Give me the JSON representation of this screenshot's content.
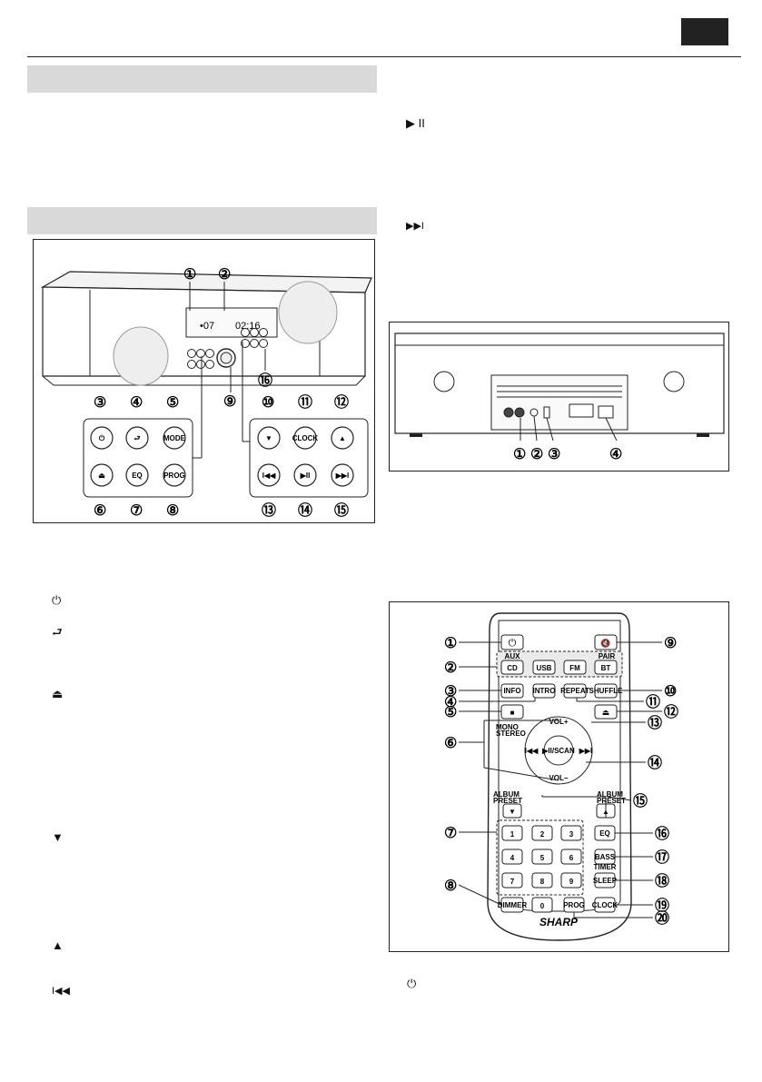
{
  "icons": {
    "lang_tab": "solid-black-tab",
    "play_pause": "play-pause-icon",
    "next": "skip-next-icon",
    "power": "power-icon",
    "input": "input-source-icon",
    "eject": "eject-icon",
    "down": "triangle-down-icon",
    "up": "triangle-up-icon",
    "prev": "skip-previous-icon",
    "power_remote": "power-icon"
  },
  "glyphs": {
    "play_pause": "▶ II",
    "next": "▶▶I",
    "power": "⏻",
    "input": "⮐",
    "eject": "⏏",
    "down": "▼",
    "up": "▲",
    "prev": "I◀◀"
  },
  "front_panel": {
    "display_left": "•07",
    "display_right": "02:16",
    "callouts": [
      "①",
      "②",
      "③",
      "④",
      "⑤",
      "⑥",
      "⑦",
      "⑧",
      "⑨",
      "⑩",
      "⑪",
      "⑫",
      "⑬",
      "⑭",
      "⑮",
      "⑯"
    ],
    "buttons_left_top": [
      "⏻",
      "⮐",
      "MODE"
    ],
    "buttons_left_bottom": [
      "⏏",
      "EQ",
      "PROG"
    ],
    "buttons_right_top": [
      "▼",
      "CLOCK",
      "▲"
    ],
    "buttons_right_bottom": [
      "I◀◀",
      "▶II",
      "▶▶I"
    ]
  },
  "rear_panel": {
    "callouts": [
      "①",
      "②",
      "③",
      "④"
    ]
  },
  "remote": {
    "callouts_left": [
      "①",
      "②",
      "③",
      "④",
      "⑤",
      "⑥",
      "⑦",
      "⑧"
    ],
    "callouts_right": [
      "⑨",
      "⑩",
      "⑪",
      "⑫",
      "⑬",
      "⑭",
      "⑮",
      "⑯",
      "⑰",
      "⑱",
      "⑲",
      "⑳"
    ],
    "power": "⏻",
    "mute": "🔇",
    "label_aux": "AUX",
    "label_pair": "PAIR",
    "sources": [
      "CD",
      "USB",
      "FM",
      "BT"
    ],
    "row_info": [
      "INFO",
      "INTRO",
      "REPEAT",
      "SHUFFLE"
    ],
    "stop": "■",
    "eject": "⏏",
    "vol_up": "VOL+",
    "vol_down": "VOL−",
    "mono_stereo": "MONO\nSTEREO",
    "center": "▶II/SCAN",
    "prev": "I◀◀",
    "next": "▶▶I",
    "album_preset": "ALBUM\nPRESET",
    "down": "▼",
    "up": "▲",
    "digits": [
      "1",
      "2",
      "3",
      "4",
      "5",
      "6",
      "7",
      "8",
      "9",
      "0"
    ],
    "eq": "EQ",
    "bass": "BASS",
    "timer": "TIMER",
    "sleep": "SLEEP",
    "dimmer": "DIMMER",
    "prog": "PROG",
    "clock": "CLOCK",
    "brand": "SHARP"
  }
}
